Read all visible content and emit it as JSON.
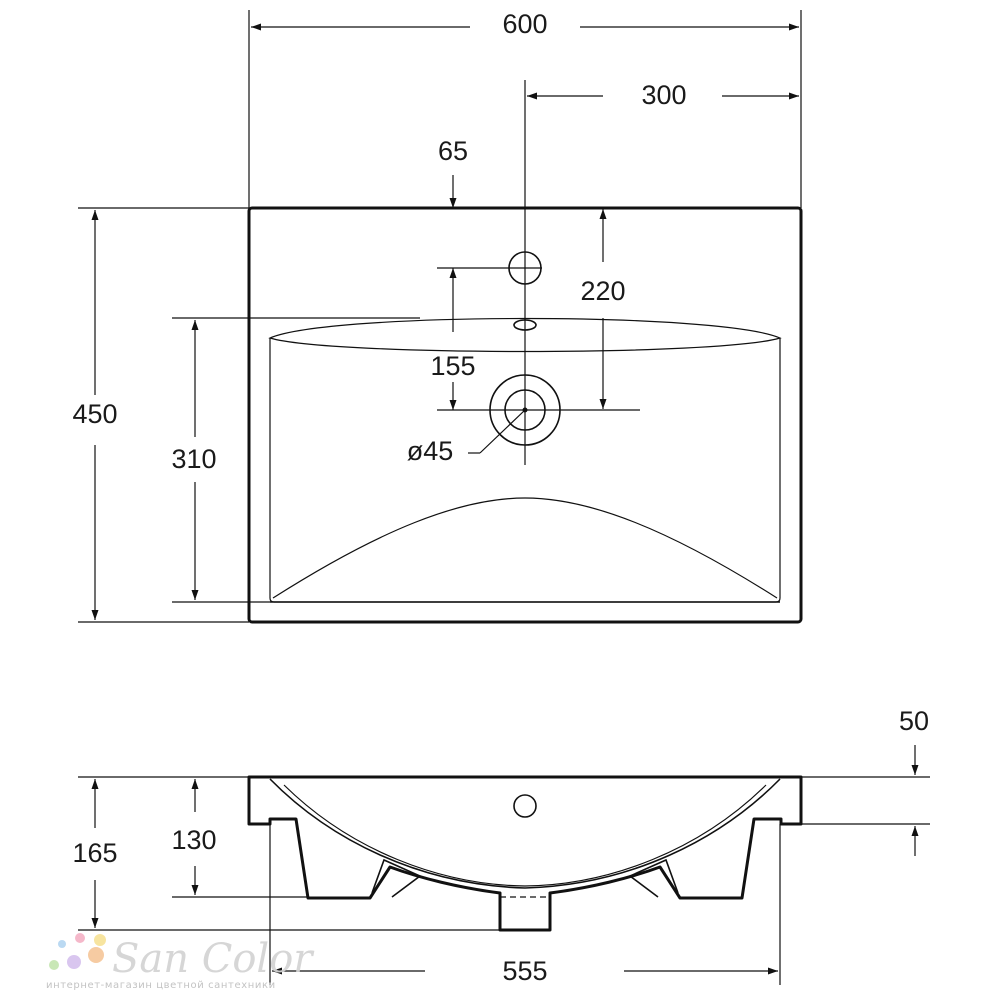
{
  "dimensions": {
    "width_total": "600",
    "half_width": "300",
    "tap_hole_offset": "65",
    "drain_offset": "220",
    "overflow_to_drain": "155",
    "drain_diameter": "ø45",
    "depth_total": "450",
    "bowl_depth": "310",
    "rim_height": "50",
    "height_total": "165",
    "bowl_height": "130",
    "base_width": "555"
  },
  "watermark": {
    "brand": "San Color",
    "tagline": "интернет-магазин цветной сантехники",
    "dot_colors": [
      "#b7d7f2",
      "#f5b5c8",
      "#f7e39a",
      "#c7e6b3",
      "#d7c3ef",
      "#f6c99e"
    ]
  }
}
